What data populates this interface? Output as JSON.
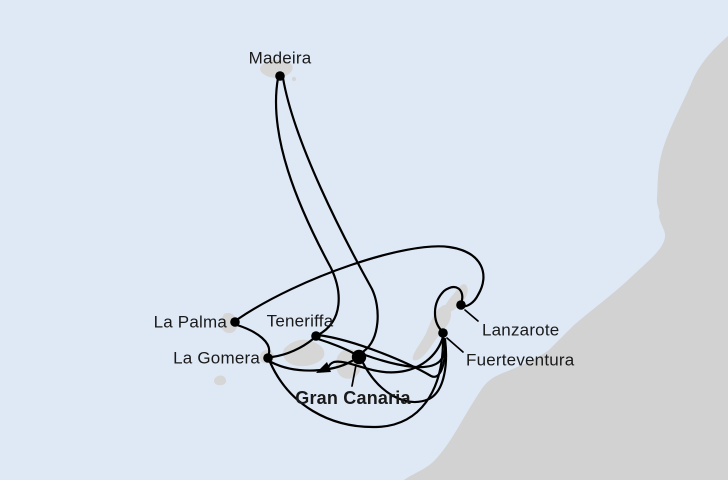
{
  "colors": {
    "sea": "#dfe9f6",
    "land": "#d2d2d2",
    "route_line": "#000000",
    "label_text": "#1a1a1a"
  },
  "ports": [
    {
      "label": "Madeira",
      "emphasis": false
    },
    {
      "label": "La Palma",
      "emphasis": false
    },
    {
      "label": "Teneriffa",
      "emphasis": false
    },
    {
      "label": "La Gomera",
      "emphasis": false
    },
    {
      "label": "Gran Canaria",
      "emphasis": true
    },
    {
      "label": "Lanzarote",
      "emphasis": false
    },
    {
      "label": "Fuerteventura",
      "emphasis": false
    }
  ]
}
